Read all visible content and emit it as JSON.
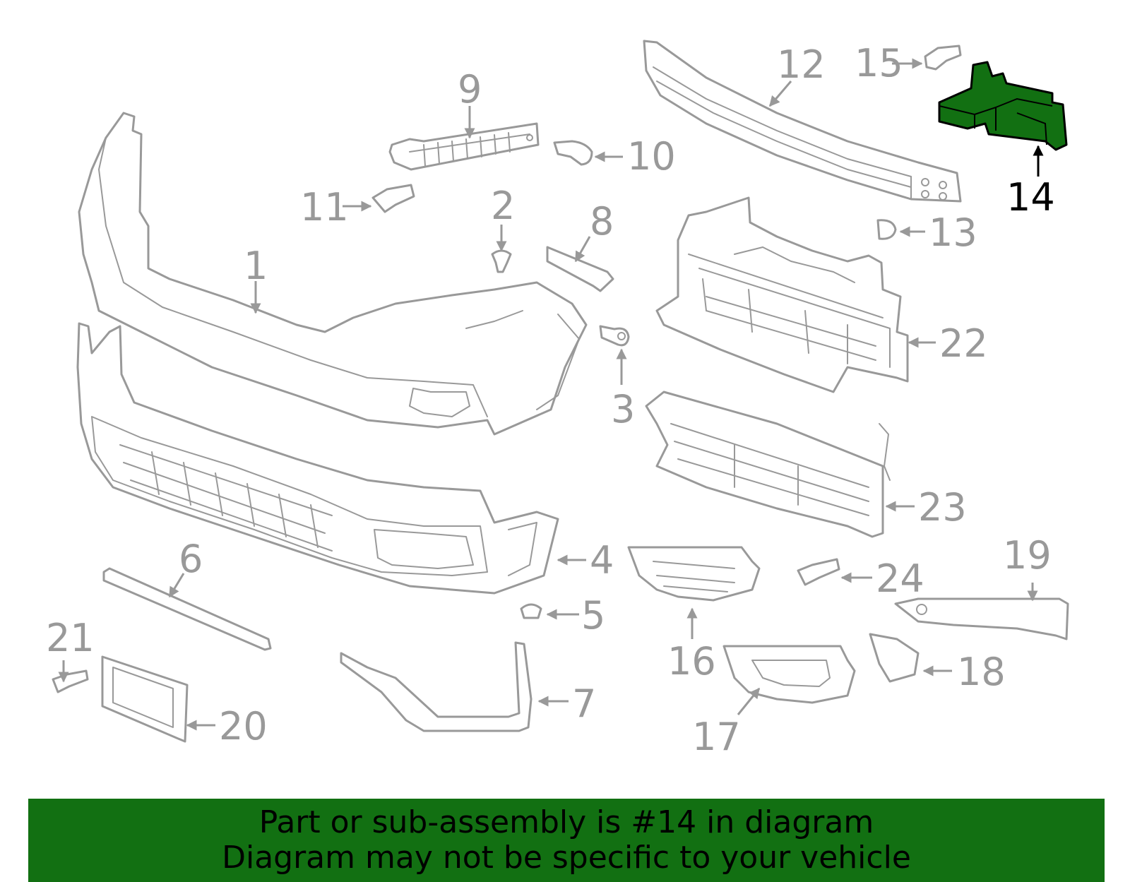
{
  "callouts": {
    "c1": "1",
    "c2": "2",
    "c3": "3",
    "c4": "4",
    "c5": "5",
    "c6": "6",
    "c7": "7",
    "c8": "8",
    "c9": "9",
    "c10": "10",
    "c11": "11",
    "c12": "12",
    "c13": "13",
    "c14": "14",
    "c15": "15",
    "c16": "16",
    "c17": "17",
    "c18": "18",
    "c19": "19",
    "c20": "20",
    "c21": "21",
    "c22": "22",
    "c23": "23",
    "c24": "24"
  },
  "highlighted_part": "14",
  "banner": {
    "line1": "Part or sub-assembly is #14 in diagram",
    "line2": "Diagram may not be specific to your vehicle"
  },
  "colors": {
    "highlight": "#127012",
    "part_outline": "#999999",
    "highlight_outline": "#000000"
  }
}
